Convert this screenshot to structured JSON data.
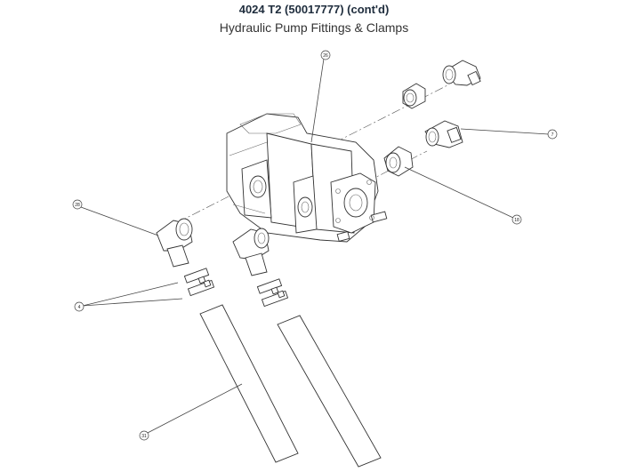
{
  "header": {
    "title": "4024 T2 (50017777) (cont'd)",
    "subtitle": "Hydraulic Pump Fittings & Clamps"
  },
  "callouts": {
    "c26_top": "26",
    "c7": "7",
    "c18": "18",
    "c28": "28",
    "c4": "4",
    "c31": "31"
  }
}
